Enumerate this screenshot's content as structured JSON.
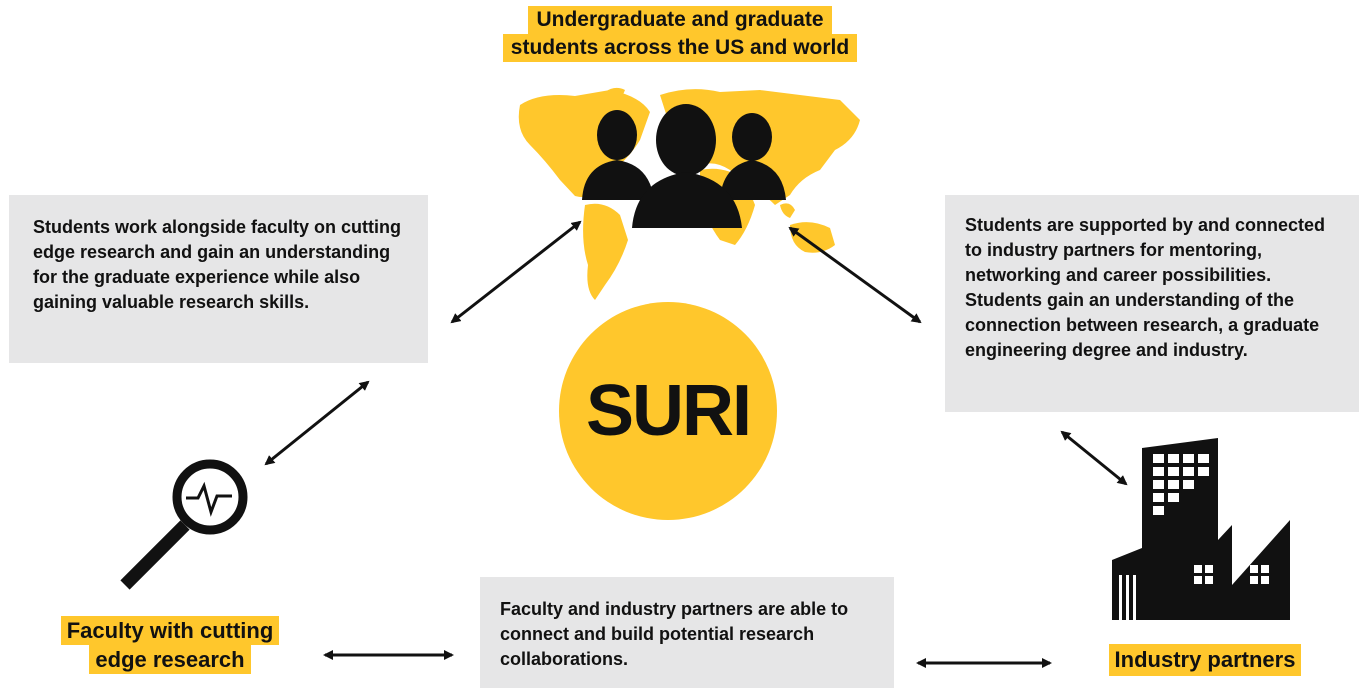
{
  "title": {
    "line1": "Undergraduate and graduate",
    "line2": "students across the US and world"
  },
  "center_label": "SURI",
  "boxes": {
    "students_faculty": "Students work alongside faculty on cutting edge research and gain an understanding for the graduate experience while also gaining valuable research skills.",
    "students_industry": "Students are supported by and connected to industry partners for mentoring, networking and career possibilities. Students gain an understanding of the connection between research, a graduate engineering degree and industry.",
    "faculty_industry": "Faculty and industry partners are able to connect and build potential research collaborations."
  },
  "labels": {
    "faculty_line1": "Faculty with cutting",
    "faculty_line2": "edge research",
    "industry": "Industry partners"
  },
  "icons": [
    "world-map-icon",
    "students-group-icon",
    "magnifier-pulse-icon",
    "buildings-icon"
  ],
  "colors": {
    "accent": "#ffc72c",
    "box": "#e6e6e7",
    "ink": "#111111"
  }
}
